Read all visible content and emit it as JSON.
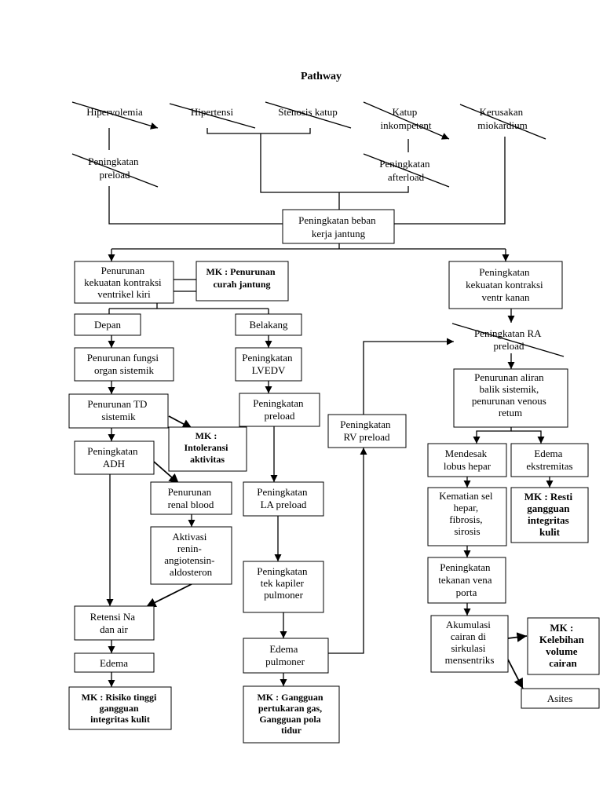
{
  "title": "Pathway",
  "nodes": [
    {
      "id": "hipervolemia",
      "lines": [
        "Hipervolemia"
      ]
    },
    {
      "id": "hipertensi",
      "lines": [
        "Hipertensi"
      ]
    },
    {
      "id": "stenosis",
      "lines": [
        "Stenosis katup"
      ]
    },
    {
      "id": "katup-inkompetent",
      "lines": [
        "Katup",
        "inkompetent"
      ]
    },
    {
      "id": "kerusakan",
      "lines": [
        "Kerusakan",
        "miokardium"
      ]
    },
    {
      "id": "peningkatan-preload-top",
      "lines": [
        "Peningkatan",
        "preload"
      ]
    },
    {
      "id": "peningkatan-afterload",
      "lines": [
        "Peningkatan",
        "afterload"
      ]
    },
    {
      "id": "beban-kerja",
      "lines": [
        "Peningkatan beban",
        "kerja jantung"
      ]
    },
    {
      "id": "penurunan-kontraksi-kiri",
      "lines": [
        "Penurunan",
        "kekuatan kontraksi",
        "ventrikel kiri"
      ]
    },
    {
      "id": "mk-curah-jantung",
      "lines": [
        "MK : Penurunan",
        "curah jantung"
      ]
    },
    {
      "id": "peningkatan-kontraksi-kanan",
      "lines": [
        "Peningkatan",
        "kekuatan kontraksi",
        "ventr kanan"
      ]
    },
    {
      "id": "depan",
      "lines": [
        "Depan"
      ]
    },
    {
      "id": "belakang",
      "lines": [
        "Belakang"
      ]
    },
    {
      "id": "peningkatan-ra",
      "lines": [
        "Peningkatan RA",
        "preload"
      ]
    },
    {
      "id": "fungsi-organ",
      "lines": [
        "Penurunan fungsi",
        "organ sistemik"
      ]
    },
    {
      "id": "lvedv",
      "lines": [
        "Peningkatan",
        "LVEDV"
      ]
    },
    {
      "id": "aliran-balik",
      "lines": [
        "Penurunan aliran",
        "balik sistemik,",
        "penurunan venous",
        "retum"
      ]
    },
    {
      "id": "td-sistemik",
      "lines": [
        "Penurunan TD",
        "sistemik"
      ]
    },
    {
      "id": "preload-mid",
      "lines": [
        "Peningkatan",
        "preload"
      ]
    },
    {
      "id": "rv-preload",
      "lines": [
        "Peningkatan",
        "RV preload"
      ]
    },
    {
      "id": "mk-intoleransi",
      "lines": [
        "MK :",
        "Intoleransi",
        "aktivitas"
      ]
    },
    {
      "id": "adh",
      "lines": [
        "Peningkatan",
        "ADH"
      ]
    },
    {
      "id": "mendesak-hepar",
      "lines": [
        "Mendesak",
        "lobus hepar"
      ]
    },
    {
      "id": "edema-ekstremitas",
      "lines": [
        "Edema",
        "ekstremitas"
      ]
    },
    {
      "id": "renal-blood",
      "lines": [
        "Penurunan",
        "renal blood"
      ]
    },
    {
      "id": "la-preload",
      "lines": [
        "Peningkatan",
        "LA preload"
      ]
    },
    {
      "id": "kematian-sel",
      "lines": [
        "Kematian sel",
        "hepar,",
        "fibrosis,",
        "sirosis"
      ]
    },
    {
      "id": "mk-resti",
      "lines": [
        "MK : Resti",
        "gangguan",
        "integritas",
        "kulit"
      ]
    },
    {
      "id": "raa",
      "lines": [
        "Aktivasi",
        "renin-",
        "angiotensin-",
        "aldosteron"
      ]
    },
    {
      "id": "tek-kapiler",
      "lines": [
        "Peningkatan",
        "tek kapiler",
        "pulmoner"
      ]
    },
    {
      "id": "vena-porta",
      "lines": [
        "Peningkatan",
        "tekanan vena",
        "porta"
      ]
    },
    {
      "id": "retensi-na",
      "lines": [
        "Retensi Na",
        "dan air"
      ]
    },
    {
      "id": "akumulasi-cairan",
      "lines": [
        "Akumulasi",
        "cairan di",
        "sirkulasi",
        "mensentriks"
      ]
    },
    {
      "id": "mk-kelebihan",
      "lines": [
        "MK :",
        "Kelebihan",
        "volume",
        "cairan"
      ]
    },
    {
      "id": "edema-pulmoner",
      "lines": [
        "Edema",
        "pulmoner"
      ]
    },
    {
      "id": "edema",
      "lines": [
        "Edema"
      ]
    },
    {
      "id": "asites",
      "lines": [
        "Asites"
      ]
    },
    {
      "id": "mk-risiko-kulit",
      "lines": [
        "MK : Risiko tinggi",
        "gangguan",
        "integritas kulit"
      ]
    },
    {
      "id": "mk-gangguan-gas",
      "lines": [
        "MK : Gangguan",
        "pertukaran gas,",
        "Gangguan pola",
        "tidur"
      ]
    }
  ]
}
